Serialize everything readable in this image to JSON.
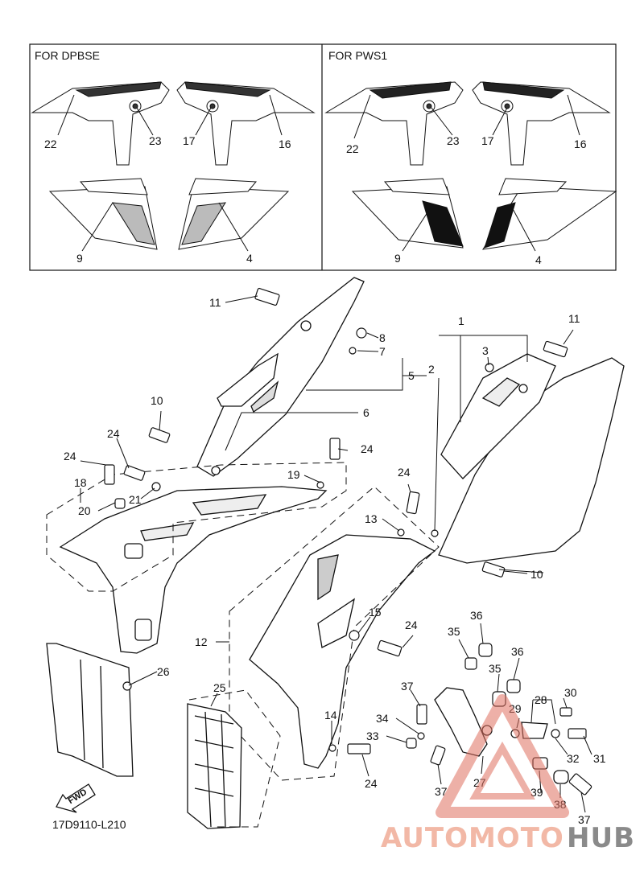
{
  "diagram_code": "17D9110-L210",
  "panels": {
    "left_title": "FOR DPBSE",
    "right_title": "FOR PWS1"
  },
  "fwd_label": "FWD",
  "watermark": {
    "part1": "AUTOMOTO",
    "part2": "HUB",
    "color1": "#f2b8a6",
    "color2": "#8a8a8a"
  },
  "part_labels": {
    "p1": "1",
    "p2": "2",
    "p3": "3",
    "p4a": "4",
    "p4b": "4",
    "p5": "5",
    "p6": "6",
    "p7": "7",
    "p8": "8",
    "p9a": "9",
    "p9b": "9",
    "p10a": "10",
    "p10b": "10",
    "p11a": "11",
    "p11b": "11",
    "p12": "12",
    "p13": "13",
    "p14": "14",
    "p15": "15",
    "p16a": "16",
    "p16b": "16",
    "p17a": "17",
    "p17b": "17",
    "p18": "18",
    "p19": "19",
    "p20": "20",
    "p21": "21",
    "p22a": "22",
    "p22b": "22",
    "p23a": "23",
    "p23b": "23",
    "p24a": "24",
    "p24b": "24",
    "p24c": "24",
    "p24d": "24",
    "p24e": "24",
    "p24f": "24",
    "p25": "25",
    "p26": "26",
    "p27": "27",
    "p28": "28",
    "p29": "29",
    "p30": "30",
    "p31": "31",
    "p32": "32",
    "p33": "33",
    "p34": "34",
    "p35a": "35",
    "p35b": "35",
    "p36a": "36",
    "p36b": "36",
    "p37a": "37",
    "p37b": "37",
    "p37c": "37",
    "p38": "38",
    "p39": "39"
  }
}
